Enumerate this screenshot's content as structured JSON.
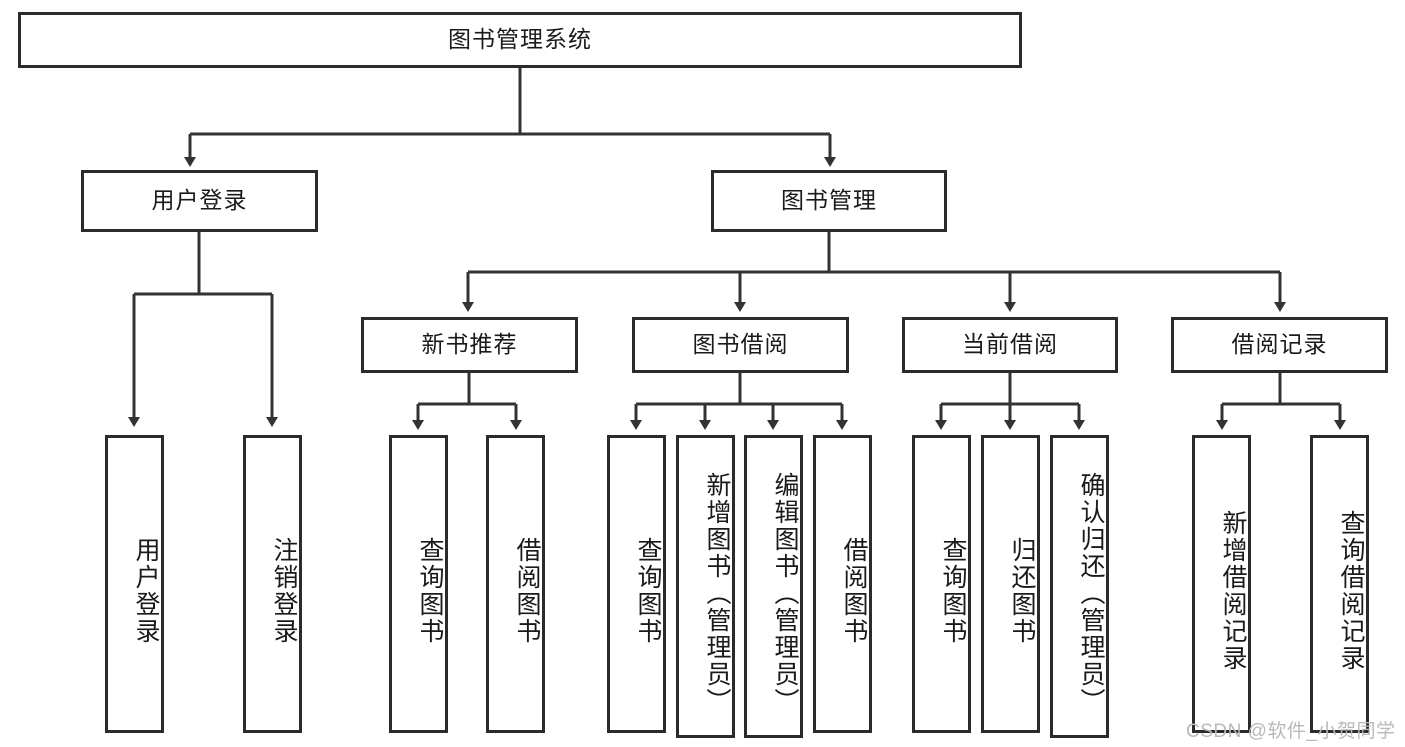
{
  "diagram": {
    "title": "图书管理系统",
    "type": "hierarchy-tree",
    "root": {
      "label": "图书管理系统"
    },
    "level2": [
      {
        "label": "用户登录"
      },
      {
        "label": "图书管理"
      }
    ],
    "level3": [
      {
        "label": "新书推荐"
      },
      {
        "label": "图书借阅"
      },
      {
        "label": "当前借阅"
      },
      {
        "label": "借阅记录"
      }
    ],
    "leaves": {
      "user_login": [
        {
          "label": "用户登录"
        },
        {
          "label": "注销登录"
        }
      ],
      "new_book_recommend": [
        {
          "label": "查询图书"
        },
        {
          "label": "借阅图书"
        }
      ],
      "book_borrow": [
        {
          "label": "查询图书"
        },
        {
          "label": "新增图书（管理员）"
        },
        {
          "label": "编辑图书（管理员）"
        },
        {
          "label": "借阅图书"
        }
      ],
      "current_borrow": [
        {
          "label": "查询图书"
        },
        {
          "label": "归还图书"
        },
        {
          "label": "确认归还（管理员）"
        }
      ],
      "borrow_record": [
        {
          "label": "新增借阅记录"
        },
        {
          "label": "查询借阅记录"
        }
      ]
    },
    "colors": {
      "border": "#2b2b2b",
      "background": "#ffffff",
      "text": "#1a1a1a",
      "edge": "#333333",
      "watermark": "#b9b9b9"
    }
  },
  "watermark": {
    "text": "CSDN @软件_小贺同学"
  }
}
